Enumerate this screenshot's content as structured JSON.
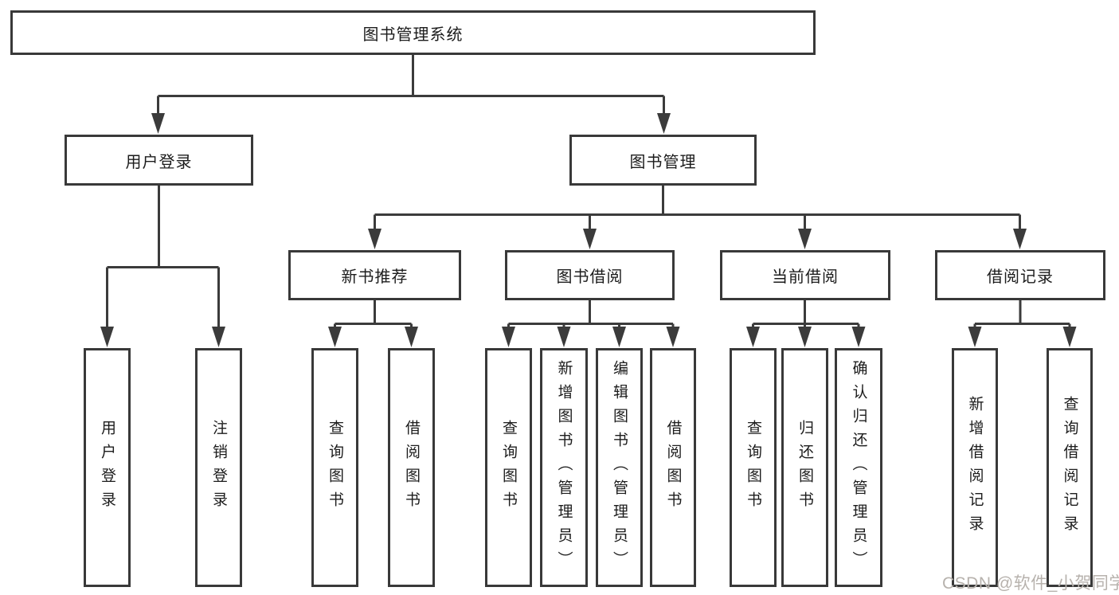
{
  "colors": {
    "line": "#3b3b3b",
    "text": "#1c1c1c",
    "watermark": "#b7b2ad"
  },
  "tree": {
    "root": {
      "label": "图书管理系统"
    },
    "branches": [
      {
        "label": "用户登录",
        "children": [
          {
            "label": "用户登录"
          },
          {
            "label": "注销登录"
          }
        ]
      },
      {
        "label": "图书管理",
        "groups": [
          {
            "label": "新书推荐",
            "children": [
              {
                "label": "查询图书"
              },
              {
                "label": "借阅图书"
              }
            ]
          },
          {
            "label": "图书借阅",
            "children": [
              {
                "label": "查询图书"
              },
              {
                "label": "新增图书（管理员）"
              },
              {
                "label": "编辑图书（管理员）"
              },
              {
                "label": "借阅图书"
              }
            ]
          },
          {
            "label": "当前借阅",
            "children": [
              {
                "label": "查询图书"
              },
              {
                "label": "归还图书"
              },
              {
                "label": "确认归还（管理员）"
              }
            ]
          },
          {
            "label": "借阅记录",
            "children": [
              {
                "label": "新增借阅记录"
              },
              {
                "label": "查询借阅记录"
              }
            ]
          }
        ]
      }
    ]
  },
  "watermark": {
    "text": "CSDN @软件_小贺同学"
  }
}
